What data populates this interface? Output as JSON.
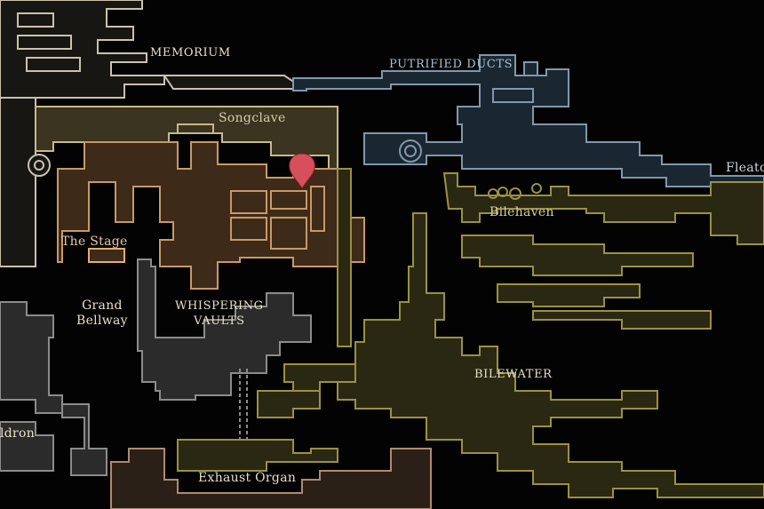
{
  "map": {
    "colors": {
      "background": "#030303",
      "citadel_white": "#c9c2ad",
      "citadel_fill": "#171612",
      "vaults_orange": "#c79a66",
      "vaults_fill": "#3e2a18",
      "songclave_fill": "#3a3420",
      "bilewater_olive": "#9a9143",
      "bilewater_fill": "#2a2812",
      "ducts_blue": "#7f98ad",
      "ducts_fill": "#1a2630",
      "bellway_gray": "#8c8c8c",
      "bellway_fill": "#2b2b2b",
      "exhaust_brown": "#b08a6f",
      "exhaust_fill": "#2a2018",
      "marker_red": "#d6505c",
      "label_color": "#e7dfc6"
    },
    "areas": {
      "memorium": "MEMORIUM",
      "putrified_ducts": "PUTRIFIED DUCTS",
      "songclave": "Songclave",
      "fleatopia": "Fleatop",
      "bilehaven": "Bilehaven",
      "the_stage": "The Stage",
      "grand_bellway_line1": "Grand",
      "grand_bellway_line2": "Bellway",
      "whispering_vaults_line1": "WHISPERING",
      "whispering_vaults_line2": "VAULTS",
      "bilewater": "BILEWATER",
      "cauldron_partial": "ldron",
      "exhaust_organ": "Exhaust Organ"
    },
    "player_marker": {
      "icon": "map-pin-icon"
    }
  }
}
